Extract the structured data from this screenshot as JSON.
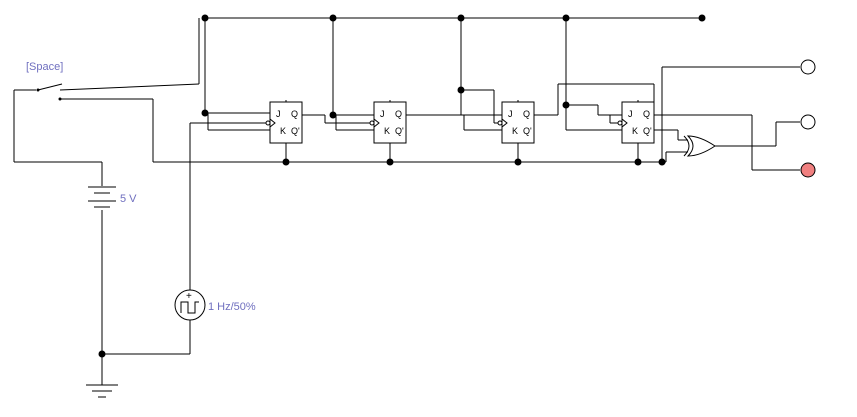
{
  "switch": {
    "label": "[Space]"
  },
  "battery": {
    "label": "5 V"
  },
  "clock": {
    "label": "1 Hz/50%"
  },
  "flipflop": {
    "j": "J",
    "k": "K",
    "q": "Q",
    "qbar": "Q'"
  },
  "output_led": {
    "lit_color": "#f08080",
    "off_color": "#ffffff"
  },
  "colors": {
    "label": "#6f6fbf",
    "wire": "#000000"
  }
}
